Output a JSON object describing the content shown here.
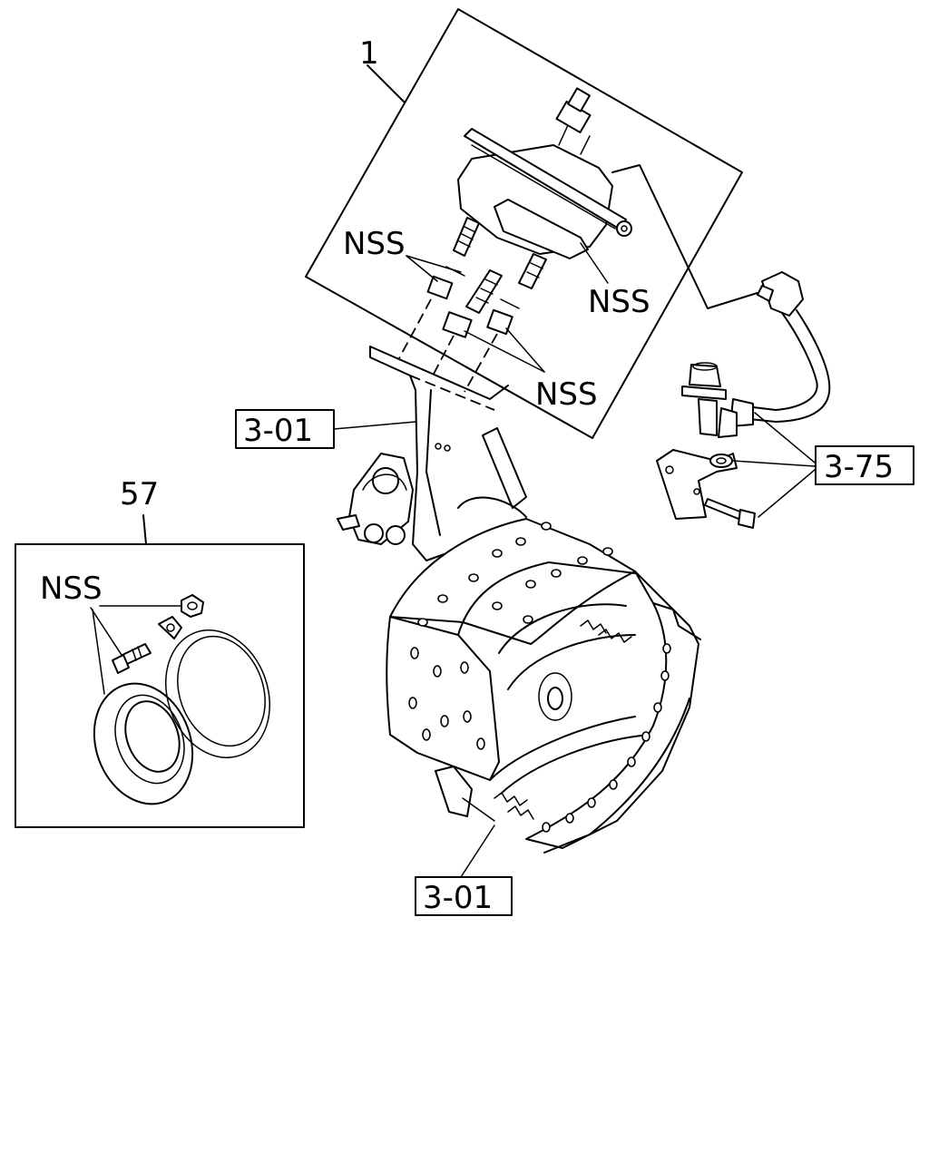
{
  "labels": {
    "assembly_1": "1",
    "assembly_57": "57",
    "nss_top_left": "NSS",
    "nss_right": "NSS",
    "nss_lower": "NSS",
    "nss_kit": "NSS",
    "ref_3_01_upper": "3-01",
    "ref_3_01_lower": "3-01",
    "ref_3_75": "3-75"
  }
}
